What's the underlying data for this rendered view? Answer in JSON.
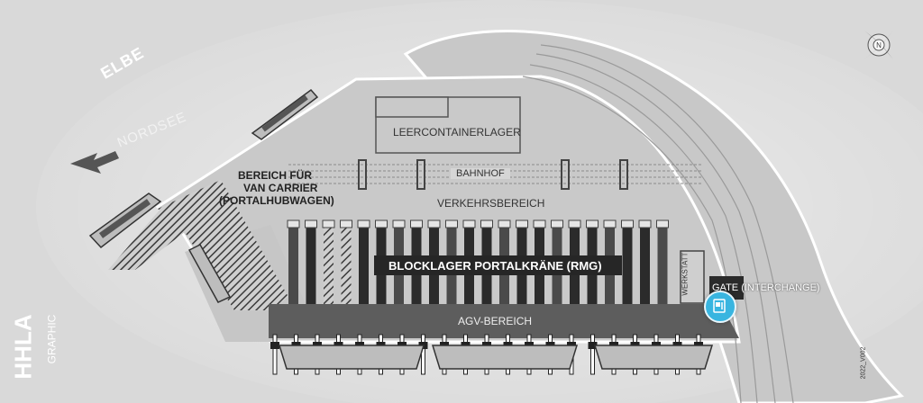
{
  "map": {
    "water": {
      "river": "ELBE",
      "direction_label": "NORDSEE"
    },
    "areas": {
      "empty_storage": "LEERCONTAINERLAGER",
      "rail": "BAHNHOF",
      "traffic": "VERKEHRSBEREICH",
      "van_carrier_line1": "BEREICH FÜR",
      "van_carrier_line2": "VAN CARRIER",
      "van_carrier_line3": "(PORTALHUBWAGEN)",
      "block_storage": "BLOCKLAGER PORTALKRÄNE (RMG)",
      "workshop": "WERKSTATT",
      "gate": "GATE (INTERCHANGE)",
      "agv": "AGV-BEREICH"
    },
    "gate_icon": "truck-gate-icon",
    "compass_icon": "compass-north-icon"
  },
  "branding": {
    "logo": "HHLA",
    "sublabel": "GRAPHIC",
    "version": "2022_V002"
  },
  "colors": {
    "background": "#d9d9d9",
    "land": "#c8c8c8",
    "dark": "#2b2b2b",
    "accent": "#39b5e0"
  }
}
